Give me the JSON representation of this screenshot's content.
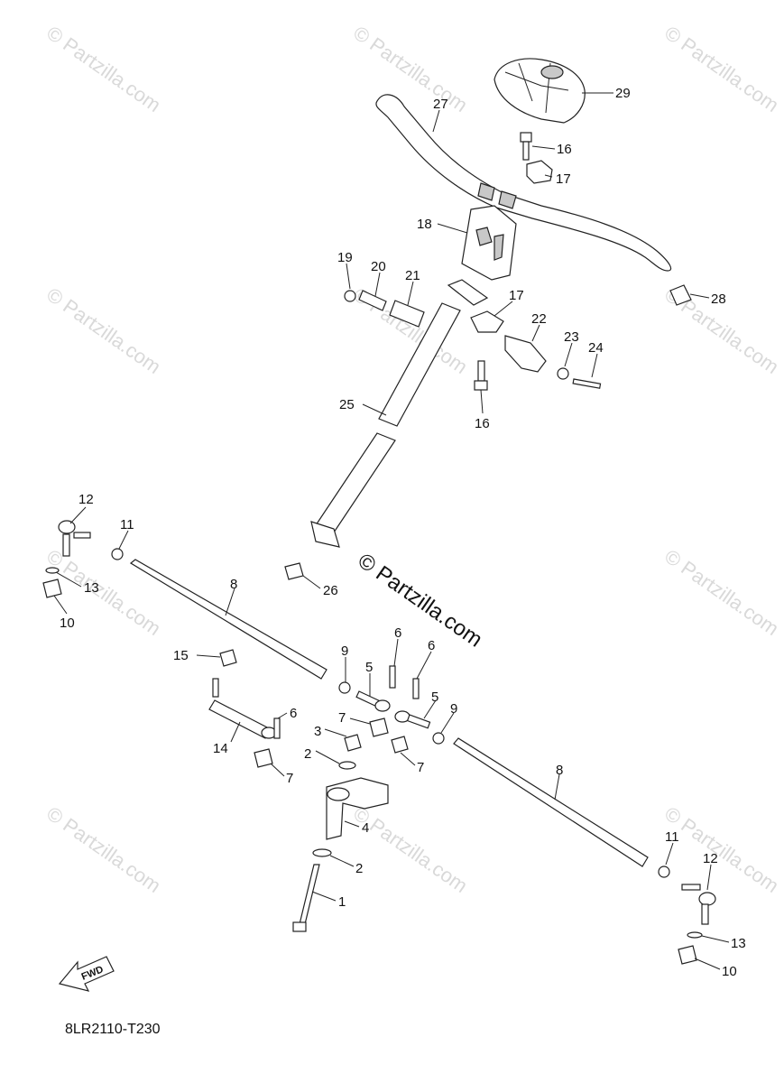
{
  "watermark_text": "© Partzilla.com",
  "center_watermark": "© Partzilla.com",
  "diagram_code": "8LR2110-T230",
  "fwd_label": "FWD",
  "callouts": [
    {
      "id": "c29a",
      "label": "29"
    },
    {
      "id": "c27",
      "label": "27"
    },
    {
      "id": "c16a",
      "label": "16"
    },
    {
      "id": "c17a",
      "label": "17"
    },
    {
      "id": "c18",
      "label": "18"
    },
    {
      "id": "c19",
      "label": "19"
    },
    {
      "id": "c20",
      "label": "20"
    },
    {
      "id": "c21",
      "label": "21"
    },
    {
      "id": "c17b",
      "label": "17"
    },
    {
      "id": "c22",
      "label": "22"
    },
    {
      "id": "c23",
      "label": "23"
    },
    {
      "id": "c24",
      "label": "24"
    },
    {
      "id": "c28",
      "label": "28"
    },
    {
      "id": "c25",
      "label": "25"
    },
    {
      "id": "c16b",
      "label": "16"
    },
    {
      "id": "c26",
      "label": "26"
    },
    {
      "id": "c12a",
      "label": "12"
    },
    {
      "id": "c11a",
      "label": "11"
    },
    {
      "id": "c13a",
      "label": "13"
    },
    {
      "id": "c10a",
      "label": "10"
    },
    {
      "id": "c8a",
      "label": "8"
    },
    {
      "id": "c15",
      "label": "15"
    },
    {
      "id": "c9a",
      "label": "9"
    },
    {
      "id": "c6a",
      "label": "6"
    },
    {
      "id": "c6b",
      "label": "6"
    },
    {
      "id": "c5a",
      "label": "5"
    },
    {
      "id": "c6c",
      "label": "6"
    },
    {
      "id": "c7a",
      "label": "7"
    },
    {
      "id": "c5b",
      "label": "5"
    },
    {
      "id": "c9b",
      "label": "9"
    },
    {
      "id": "c3",
      "label": "3"
    },
    {
      "id": "c14",
      "label": "14"
    },
    {
      "id": "c2a",
      "label": "2"
    },
    {
      "id": "c7b",
      "label": "7"
    },
    {
      "id": "c7c",
      "label": "7"
    },
    {
      "id": "c4",
      "label": "4"
    },
    {
      "id": "c8b",
      "label": "8"
    },
    {
      "id": "c2b",
      "label": "2"
    },
    {
      "id": "c11b",
      "label": "11"
    },
    {
      "id": "c12b",
      "label": "12"
    },
    {
      "id": "c1",
      "label": "1"
    },
    {
      "id": "c13b",
      "label": "13"
    },
    {
      "id": "c10b",
      "label": "10"
    }
  ]
}
